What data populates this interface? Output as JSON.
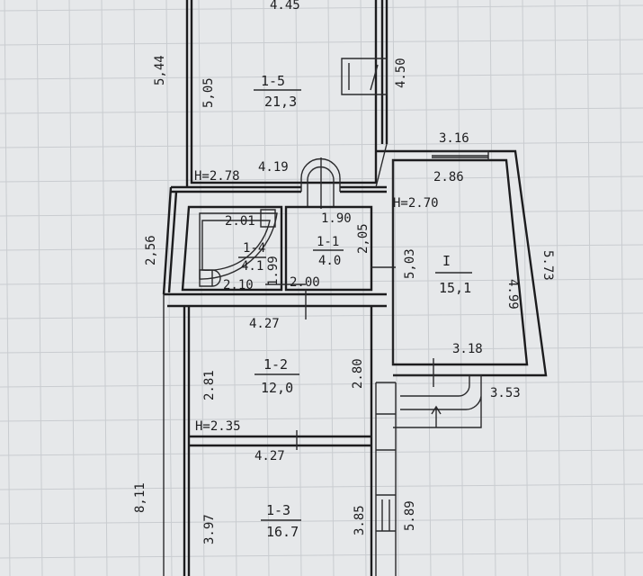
{
  "colors": {
    "paper": "#e6e8ea",
    "grid": "#c9ccd0",
    "ink": "#1c1c1e"
  },
  "rooms": [
    {
      "id": "1-5",
      "area": "21,3"
    },
    {
      "id": "1-4",
      "area": "4.1"
    },
    {
      "id": "1-1",
      "area": "4.0"
    },
    {
      "id": "I",
      "area": "15,1"
    },
    {
      "id": "1-2",
      "area": "12,0"
    },
    {
      "id": "1-3",
      "area": "16.7"
    }
  ],
  "heights": {
    "h1": "H=2.78",
    "h2": "H=2.70",
    "h3": "H=2.35"
  },
  "dimensions": {
    "d445": "4.45",
    "d544": "5,44",
    "d505": "5,05",
    "d450": "4.50",
    "d419": "4.19",
    "d316": "3.16",
    "d286": "2.86",
    "d256": "2,56",
    "d201": "2.01",
    "d190": "1.90",
    "d205": "2,05",
    "d503": "5,03",
    "d499": "4.99",
    "d573": "5.73",
    "d199": "1.99",
    "d210": "2.10",
    "d200": "2.00",
    "d427a": "4.27",
    "d318": "3.18",
    "d281": "2.81",
    "d280": "2.80",
    "d353": "3.53",
    "d427b": "4.27",
    "d811": "8,11",
    "d397": "3.97",
    "d385": "3.85",
    "d589": "5.89"
  }
}
